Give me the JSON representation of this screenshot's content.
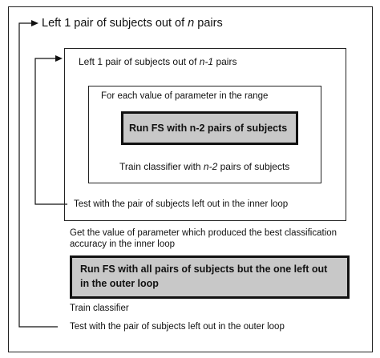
{
  "outer_loop": {
    "header": {
      "prefix": "Left 1 pair of subjects out of ",
      "italic": "n",
      "suffix": " pairs"
    },
    "best_param": {
      "line1": "Get the value of parameter which produced the best classification",
      "line2": "accuracy in the inner loop"
    },
    "run_fs_all": {
      "line1": "Run FS  with all pairs of subjects but  the one left out",
      "line2": "in the outer loop"
    },
    "train": "Train classifier",
    "test": "Test with the pair of subjects left out in the outer loop"
  },
  "inner_loop": {
    "header": {
      "prefix": "Left 1 pair of subjects out of ",
      "italic": "n-1",
      "suffix": " pairs"
    },
    "test": "Test with the pair of subjects left out in the inner loop"
  },
  "param_loop": {
    "header": "For each value of parameter in the range",
    "run_fs": "Run   FS   with n-2 pairs of subjects",
    "train": {
      "prefix": "Train classifier with ",
      "italic": "n-2",
      "suffix": " pairs of subjects"
    }
  }
}
